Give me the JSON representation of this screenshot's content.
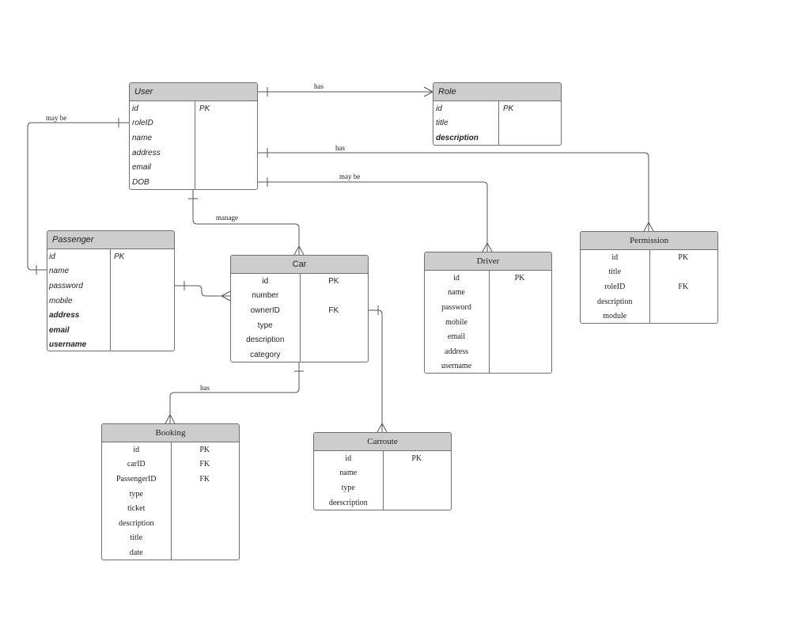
{
  "entities": {
    "user": {
      "title": "User",
      "rows": [
        {
          "name": "id",
          "key": "PK"
        },
        {
          "name": "roleID",
          "key": ""
        },
        {
          "name": "name",
          "key": ""
        },
        {
          "name": "address",
          "key": ""
        },
        {
          "name": "email",
          "key": ""
        },
        {
          "name": "DOB",
          "key": ""
        }
      ]
    },
    "role": {
      "title": "Role",
      "rows": [
        {
          "name": "id",
          "key": "PK"
        },
        {
          "name": "title",
          "key": ""
        },
        {
          "name": "description",
          "key": ""
        }
      ]
    },
    "passenger": {
      "title": "Passenger",
      "rows": [
        {
          "name": "id",
          "key": "PK"
        },
        {
          "name": "name",
          "key": ""
        },
        {
          "name": "password",
          "key": ""
        },
        {
          "name": "mobile",
          "key": ""
        },
        {
          "name": "address",
          "key": ""
        },
        {
          "name": "email",
          "key": ""
        },
        {
          "name": "username",
          "key": ""
        }
      ]
    },
    "car": {
      "title": "Car",
      "rows": [
        {
          "name": "id",
          "key": "PK"
        },
        {
          "name": "number",
          "key": ""
        },
        {
          "name": "ownerID",
          "key": "FK"
        },
        {
          "name": "type",
          "key": ""
        },
        {
          "name": "description",
          "key": ""
        },
        {
          "name": "category",
          "key": ""
        }
      ]
    },
    "driver": {
      "title": "Driver",
      "rows": [
        {
          "name": "id",
          "key": "PK"
        },
        {
          "name": "name",
          "key": ""
        },
        {
          "name": "password",
          "key": ""
        },
        {
          "name": "mobile",
          "key": ""
        },
        {
          "name": "email",
          "key": ""
        },
        {
          "name": "address",
          "key": ""
        },
        {
          "name": "username",
          "key": ""
        }
      ]
    },
    "permission": {
      "title": "Permission",
      "rows": [
        {
          "name": "id",
          "key": "PK"
        },
        {
          "name": "title",
          "key": ""
        },
        {
          "name": "roleID",
          "key": "FK"
        },
        {
          "name": "description",
          "key": ""
        },
        {
          "name": "module",
          "key": ""
        }
      ]
    },
    "booking": {
      "title": "Booking",
      "rows": [
        {
          "name": "id",
          "key": "PK"
        },
        {
          "name": "carID",
          "key": "FK"
        },
        {
          "name": "PassengerID",
          "key": "FK"
        },
        {
          "name": "type",
          "key": ""
        },
        {
          "name": "ticket",
          "key": ""
        },
        {
          "name": "description",
          "key": ""
        },
        {
          "name": "title",
          "key": ""
        },
        {
          "name": "date",
          "key": ""
        }
      ]
    },
    "carroute": {
      "title": "Carroute",
      "rows": [
        {
          "name": "id",
          "key": "PK"
        },
        {
          "name": "name",
          "key": ""
        },
        {
          "name": "type",
          "key": ""
        },
        {
          "name": "deescription",
          "key": ""
        }
      ]
    }
  },
  "relationships": {
    "user_role": "has",
    "user_passenger": "may be",
    "user_permission": "has",
    "user_driver": "may be",
    "user_car": "manage",
    "car_booking": "has"
  },
  "colors": {
    "header": "#cdcdcd",
    "border": "#6f6f6f",
    "line": "#555555"
  }
}
